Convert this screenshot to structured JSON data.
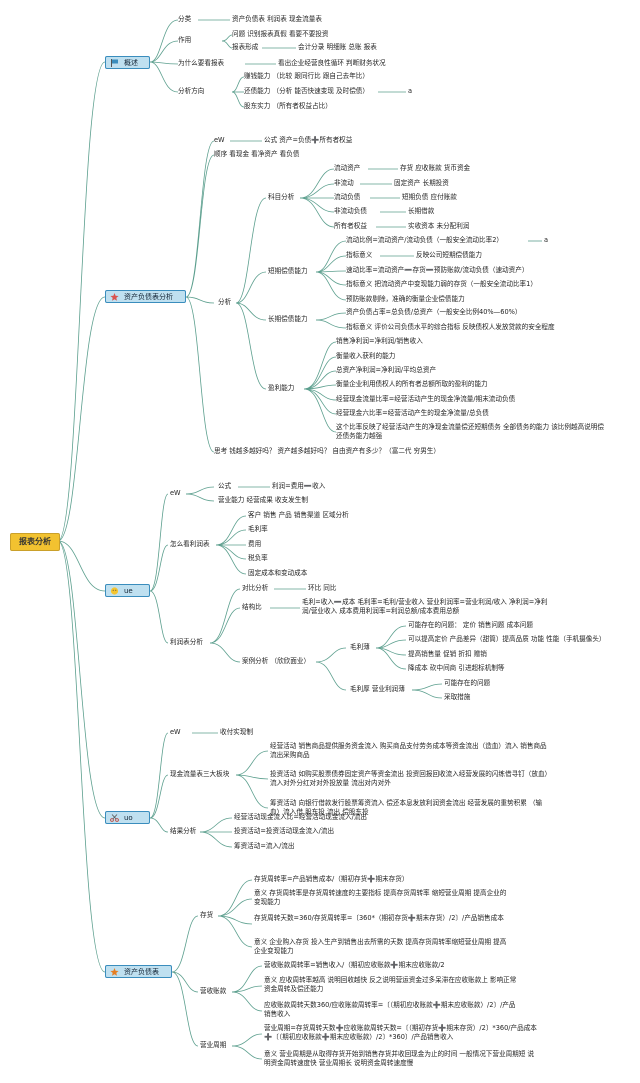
{
  "root": "报表分析",
  "s1": {
    "title": "概述",
    "fenlei": "分类",
    "fenlei_v": "资产负债表 利润表 现金流量表",
    "zuoyong": "作用",
    "zuoyong_v1": "问题 识别报表真假 看要不要投资",
    "bbxc": "报表形成",
    "bbxc_v": "会计分录 明细账 总账 报表",
    "why": "为什么要看报表",
    "why_v": "看出企业经营良性循环 判断财务状况",
    "fxfx": "分析方向",
    "fx1": "赚钱能力 （比较 跟同行比 跟自己去年比）",
    "fx2": "还债能力 （分析 能否快速变现 及时偿债）",
    "fx2_note": "a",
    "fx3": "股东实力 （所有者权益占比）"
  },
  "s2": {
    "title": "资产负债表分析",
    "ew": "eW",
    "ew_v": "公式 资产=负债➕所有者权益",
    "order": "顺序 看现金 看净资产 看负债",
    "fenxi": "分析",
    "kmfx": "科目分析",
    "ldzc": "流动资产",
    "ldzc_v": "存货 应收账款 货币资金",
    "fld": "非流动",
    "fld_v": "固定资产 长期投资",
    "ldfz": "流动负债",
    "ldfz_v": "短期负债 应付账款",
    "fldfz": "非流动负债",
    "fldfz_v": "长期借款",
    "syz": "所有者权益",
    "syz_v": "实收资本 未分配利润",
    "dq": "短期偿债能力",
    "dq1": "流动比例=流动资产/流动负债（一般安全流动比率2）",
    "dq1_note": "a",
    "dq2": "指标意义",
    "dq2_v": "反映公司短期偿债能力",
    "dq3": "速动比率=流动资产➖存货➖预防账款/流动负债（速动资产）",
    "dq4": "指标意义 把流动资产中变现能力弱的存货（一般安全流动比率1）",
    "dq5": "预防账款剔除，准确的衡量企业偿债能力",
    "cq": "长期偿债能力",
    "cq1": "资产负债占率=总负债/总资产（一般安全比例40%—60%）",
    "cq2": "指标意义 评价公司负债水平的综合指标 反映债权人发放贷款的安全程度",
    "yl": "盈利能力",
    "yl1": "销售净利润=净利润/销售收入",
    "yl2": "衡量收入获利的能力",
    "yl3": "总资产净利润=净利润/平均总资产",
    "yl4": "衡量企业利用债权人的所有者总额所取的盈利的能力",
    "yl5": "经营现金流量比率=经营活动产生的现金净流量/期末流动负债",
    "yl6": "经营现金六比率=经营活动产生的现金净流量/总负债",
    "yl7": "这个比率反映了经营活动产生的净现金流量偿还短期债务 全部债务的能力 该比例越高说明偿还债务能力越强",
    "think": "思考 钱越多越好吗？ 资产越多越好吗？ 自由资产有多少？（富二代 穷男生）"
  },
  "s3": {
    "title": "ue",
    "ew": "eW",
    "gs": "公式",
    "gs_v": "利润=费用➖收入",
    "yy": "营业能力 经营成果 收支发生制",
    "zm": "怎么看利润表",
    "zm1": "客户 销售 产品 销售渠道 区域分析",
    "zm2": "毛利率",
    "zm3": "费用",
    "zm4": "税负率",
    "zm5": "固定成本和变动成本",
    "lr": "利润表分析",
    "db": "对比分析",
    "db_v": "环比 同比",
    "jg": "结构比",
    "jg_v": "毛利=收入➖成本 毛利率=毛利/营业收入 营业利润率=营业利润/收入 净利润=净利润/营业收入 成本费用利润率=利润总额/成本费用总额",
    "al": "案例分析 （欣欣面业）",
    "mlb": "毛利薄",
    "mlb1": "可能存在的问题： 定价 销售问题 成本问题",
    "mlb2": "可以提高定价 产品差异（甜筒）提高品质 功能 性能（手机摄像头）",
    "mlb3": "提高销售量 促销 折扣 赠销",
    "mlb4": "降成本 砍中间商 引进超标机制等",
    "mlh": "毛利厚 营业利润薄",
    "mlh1": "可能存在的问题",
    "mlh2": "采取措施"
  },
  "s4": {
    "title": "uo",
    "ew": "eW",
    "ew_v": "收付实现制",
    "xj": "现金流量表三大板块",
    "xj1": "经营活动 销售商品提供服务资金流入 购买商品支付劳务成本等资金流出（造血）流入 销售商品 流出采购商品",
    "xj2": "投资活动 如购买股票债券固定资产等资金流出 投资回报回收流入经营发展的闪练借寻钉（放血）流入对外分红对对外投放量 流出对内对外",
    "xj3": "筹资活动 向银行借款发行股票筹资流入 偿还本息发放利润资金流出 经营发展的重势积累 （输血）流入借 股东投 流出 偿股东投",
    "jg": "结果分析",
    "jg1": "经营活动现金流入比=经营活动现金流入/流出",
    "jg2": "投资活动=投资活动现金流入/流出",
    "jg3": "筹资活动=流入/流出"
  },
  "s5": {
    "title": "资产负债表",
    "ch": "存货",
    "ch1": "存货周转率=产品销售成本/（期初存货➕期末存货）",
    "ch2": "意义 存货周转率是存货周转速度的主要指标 提高存货周转率 缩短营业周期 提高企业的变现能力",
    "ch3": "存货周转天数=360/存货周转率=〔360*（期初存货➕期末存货）/2〕/产品销售成本",
    "ch4": "意义 企业购入存货 投入生产到销售出去所需的天数 提高存货周转率缩短营业周期 提高企业变现能力",
    "ys": "营收账款",
    "ys1": "营收账款周转率=销售收入/（期初应收账款➕期末应收账款/2",
    "ys2": "意义 应收周转率越高 说明回收越快 反之说明营运资金过多呆滞在应收账款上 影响正常资金周转及偿还能力",
    "ys3": "应收账款周转天数360/应收账款周转率=〔（期初应收账款➕期末应收账款）/2〕/产品销售收入",
    "yz": "营业周期",
    "yz1": "营业周期=存货周转天数➕应收账款周转天数=〔（期初存货➕期末存货）/2〕*360/产品成本➕〔（期初应收账款➕期末应收账款）/2〕*360〕/产品销售收入",
    "yz2": "意义 营业周期是从取得存货开始到销售存货并收回现金为止的时间 一般情况下营业周期短 说明资金周转速度快 营业周期长 说明资金周转速度慢"
  }
}
